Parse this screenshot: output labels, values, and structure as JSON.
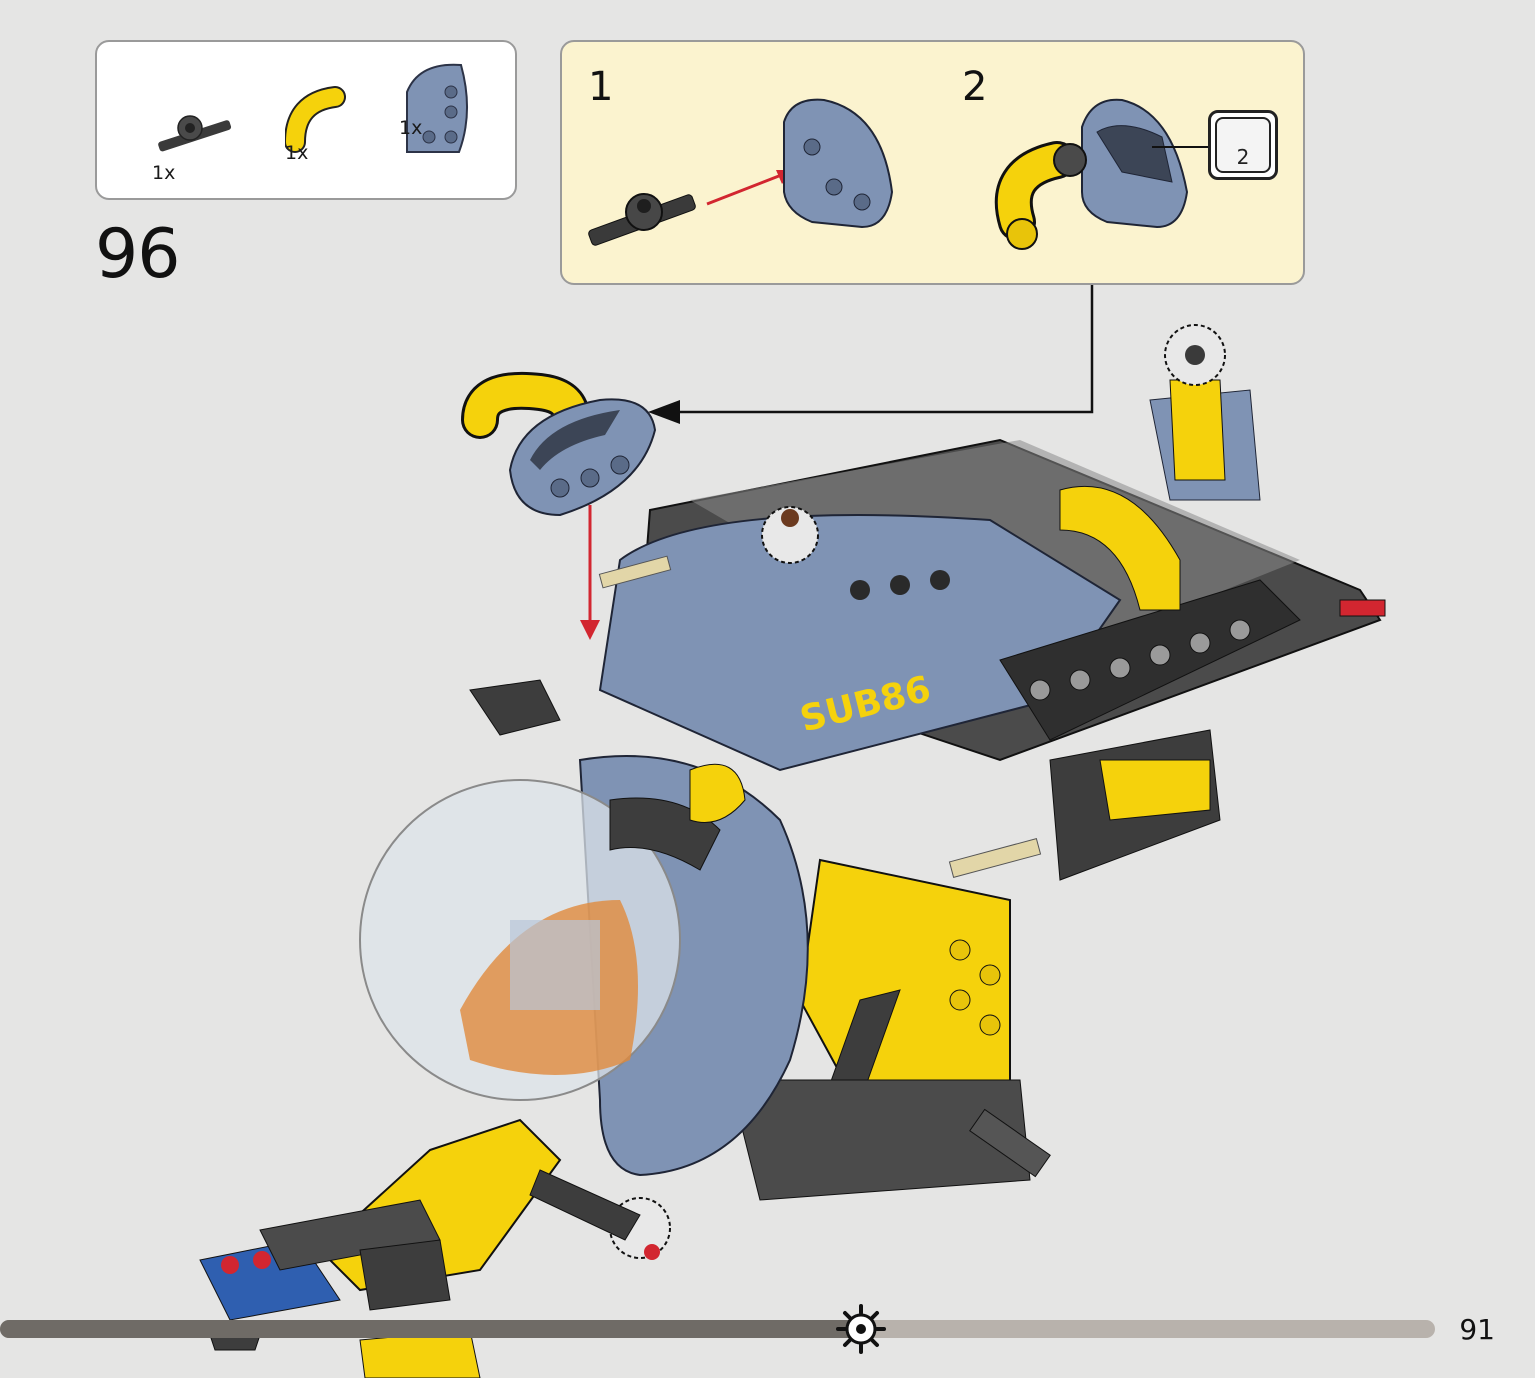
{
  "step": {
    "number": "96",
    "parts": [
      {
        "icon": "axle-pin-connector-icon",
        "qty": "1x"
      },
      {
        "icon": "curved-yellow-connector-icon",
        "qty": "1x"
      },
      {
        "icon": "blue-curved-beam-icon",
        "qty": "1x"
      }
    ],
    "substeps": [
      {
        "number": "1"
      },
      {
        "number": "2"
      }
    ],
    "sticker_callout": "2"
  },
  "progress": {
    "fraction": 0.6
  },
  "page": {
    "number": "91"
  },
  "colors": {
    "parts_box_bg": "#ffffff",
    "substep_box_bg": "#fbf3cf",
    "sand_blue": "#7f93b4",
    "yellow": "#f5d20c",
    "dark_gray": "#3c3c3c",
    "progress_fill": "#6f6b66",
    "progress_track": "#b8b2ac",
    "arrow_red": "#d22630"
  }
}
